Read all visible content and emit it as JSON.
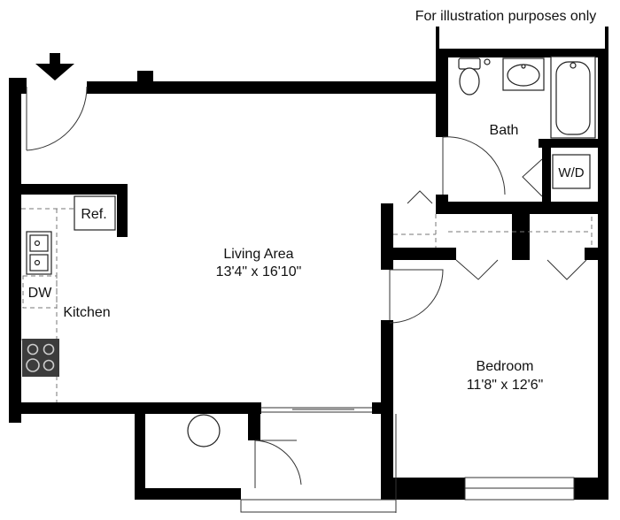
{
  "disclaimer": "For illustration purposes only",
  "rooms": {
    "living": {
      "name": "Living Area",
      "dims": "13'4\" x 16'10\""
    },
    "bedroom": {
      "name": "Bedroom",
      "dims": "11'8\" x 12'6\""
    },
    "kitchen": {
      "name": "Kitchen"
    },
    "bath": {
      "name": "Bath"
    }
  },
  "fixtures": {
    "refrigerator": "Ref.",
    "dishwasher": "DW",
    "washer_dryer": "W/D"
  },
  "icons": {
    "entry": "entry-arrow-icon"
  }
}
